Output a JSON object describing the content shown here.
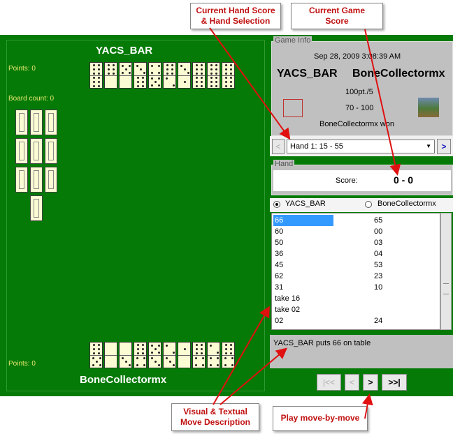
{
  "callouts": {
    "hand_score": "Current Hand Score\n& Hand Selection",
    "game_score": "Current Game\nScore",
    "move_desc": "Visual & Textual\nMove Description",
    "play": "Play move-by-move"
  },
  "board": {
    "top_player": "YACS_BAR",
    "top_points": "Points: 0",
    "board_count": "Board count: 0",
    "bottom_player": "BoneCollectormx",
    "bottom_points": "Points: 0",
    "top_hand": [
      [
        6,
        6
      ],
      [
        6,
        0
      ],
      [
        5,
        0
      ],
      [
        3,
        6
      ],
      [
        4,
        5
      ],
      [
        6,
        2
      ],
      [
        3,
        1
      ],
      [
        6,
        6
      ],
      [
        6,
        6
      ],
      [
        6,
        6
      ]
    ],
    "bottom_hand": [
      [
        6,
        5
      ],
      [
        0,
        0
      ],
      [
        0,
        3
      ],
      [
        6,
        4
      ],
      [
        5,
        3
      ],
      [
        2,
        3
      ],
      [
        1,
        0
      ],
      [
        6,
        4
      ],
      [
        2,
        4
      ],
      [
        6,
        4
      ]
    ]
  },
  "game_info": {
    "legend": "Game Info",
    "date": "Sep 28, 2009 3:08:39 AM",
    "player1": "YACS_BAR",
    "player2": "BoneCollectormx",
    "format": "100pt./5",
    "score": "70 - 100",
    "result": "BoneCollectormx won"
  },
  "hand_select": {
    "prev": "<",
    "value": "Hand 1: 15 - 55",
    "next": ">"
  },
  "hand": {
    "legend": "Hand",
    "score_label": "Score:",
    "score_value": "0 - 0"
  },
  "moves": {
    "player1": "YACS_BAR",
    "player2": "BoneCollectormx",
    "rows": [
      [
        "66",
        "65"
      ],
      [
        "60",
        "00"
      ],
      [
        "50",
        "03"
      ],
      [
        "36",
        "04"
      ],
      [
        "45",
        "53"
      ],
      [
        "62",
        "23"
      ],
      [
        "31",
        "10"
      ],
      [
        "take 16",
        ""
      ],
      [
        "take 02",
        ""
      ],
      [
        "02",
        "24"
      ]
    ]
  },
  "status": "YACS_BAR puts 66 on table",
  "nav": {
    "first": "|<<",
    "prev": "<",
    "next": ">",
    "last": ">>|"
  },
  "colors": {
    "board_green": "#057a07",
    "callout_text": "#c01010",
    "selection": "#3399ff"
  }
}
